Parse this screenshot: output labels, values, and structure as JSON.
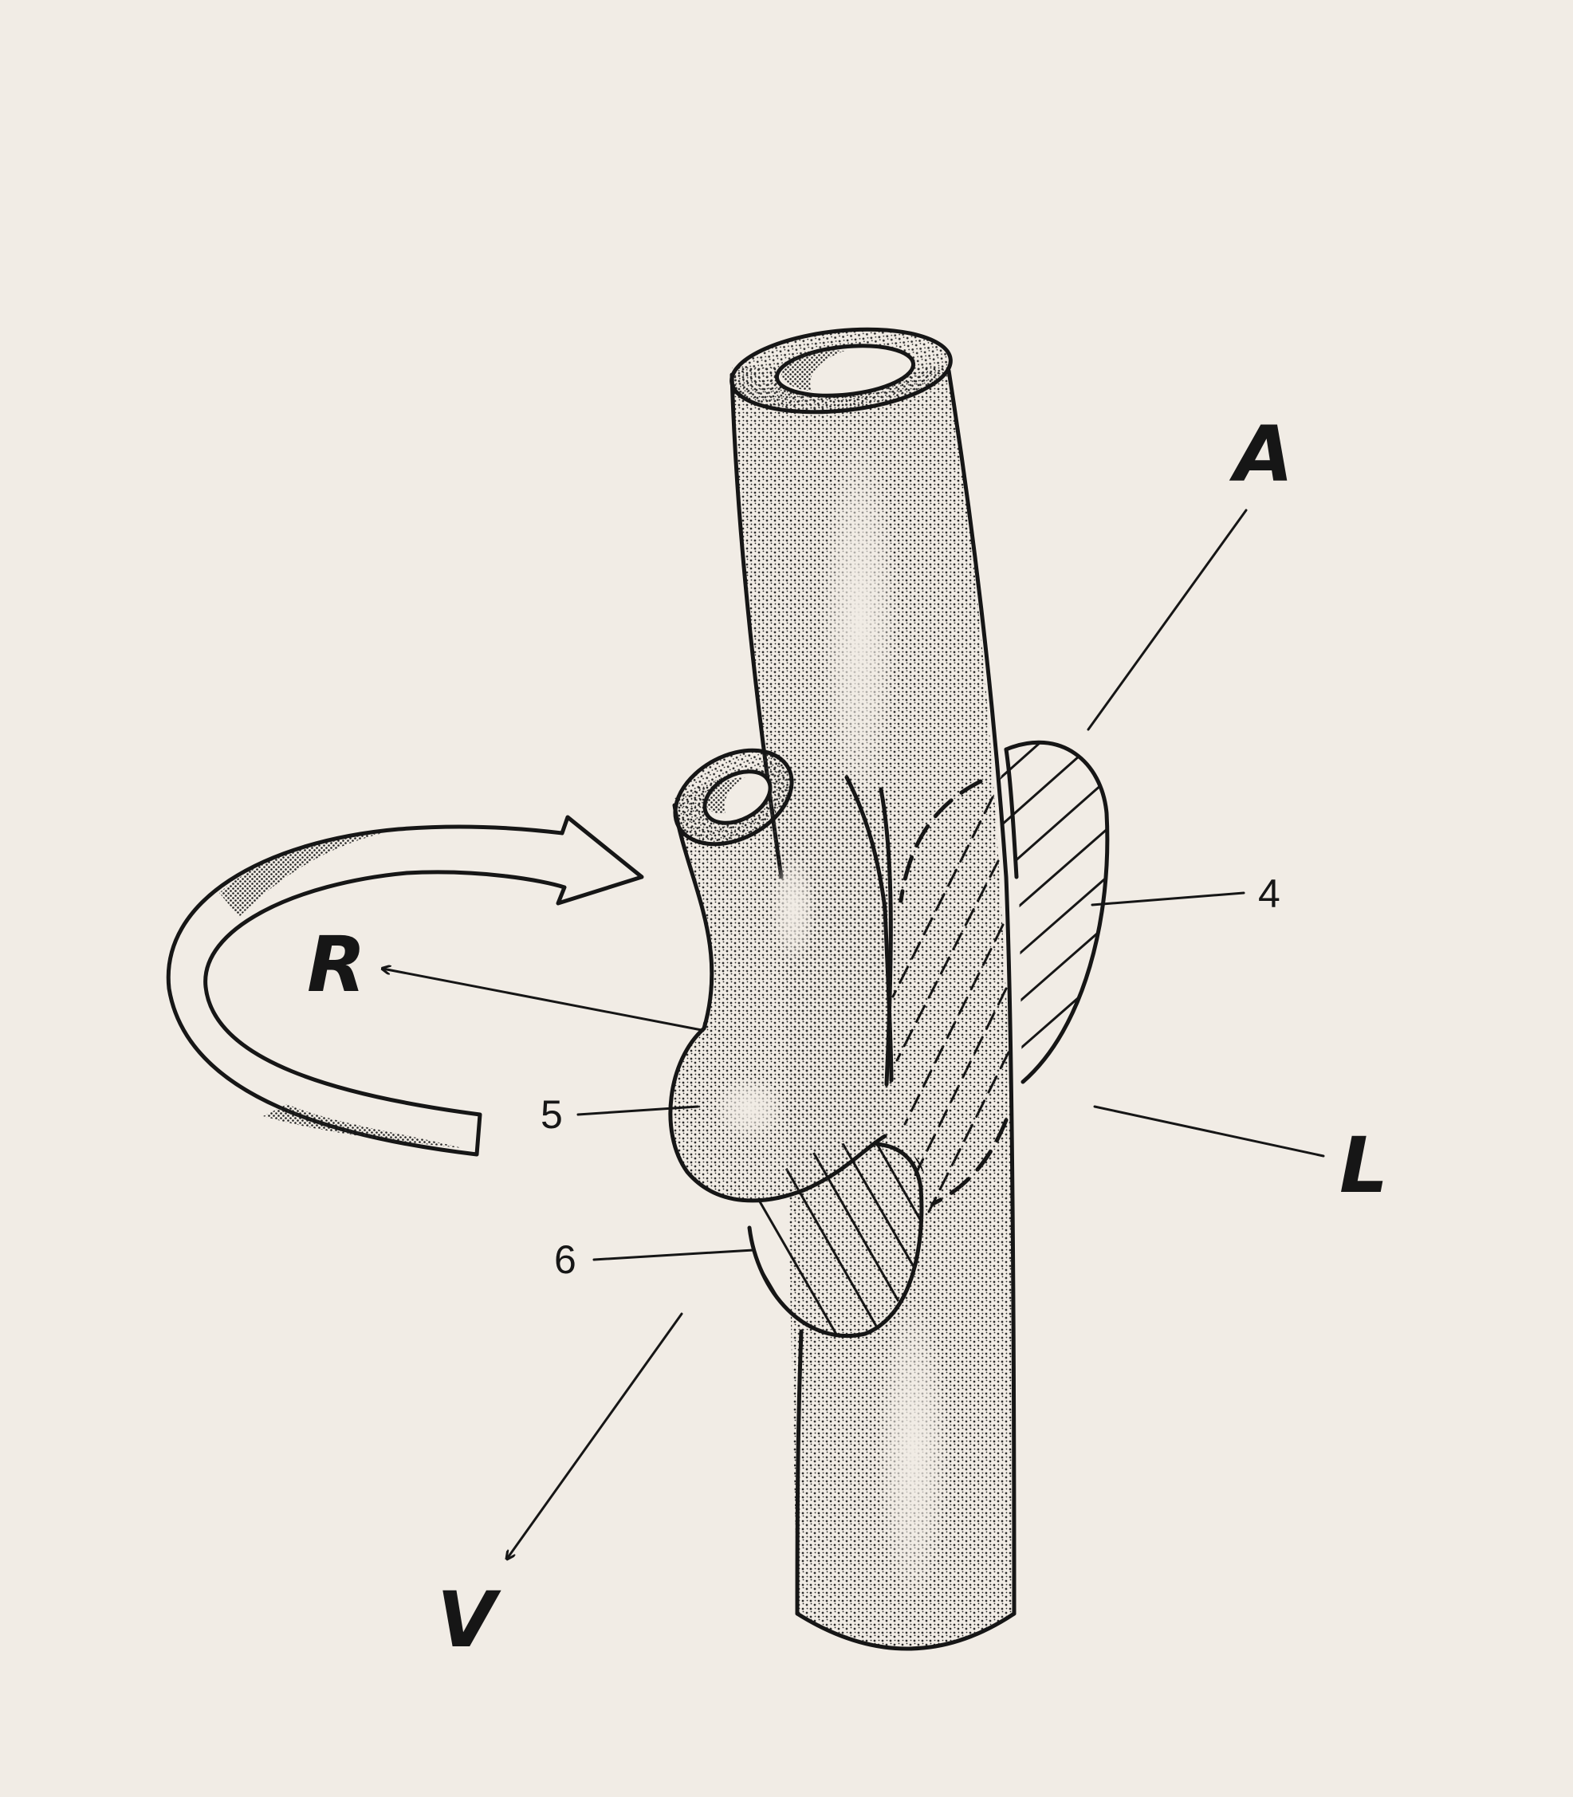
{
  "figure": {
    "paper_color": "#f1ece5",
    "ink_color": "#161616",
    "stipple_color": "#2a2a2a"
  },
  "labels": {
    "axis_a": "A",
    "axis_r": "R",
    "axis_l": "L",
    "axis_v": "V",
    "part_4": "4",
    "part_5": "5",
    "part_6": "6"
  }
}
